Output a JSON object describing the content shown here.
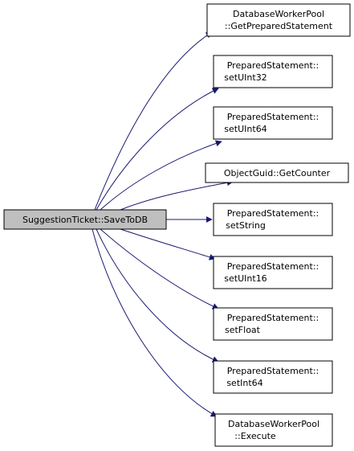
{
  "diagram": {
    "source": {
      "id": "src",
      "lines": [
        "SuggestionTicket::SaveToDB"
      ]
    },
    "targets": [
      {
        "id": "t0",
        "lines": [
          "DatabaseWorkerPool",
          "::GetPreparedStatement"
        ]
      },
      {
        "id": "t1",
        "lines": [
          "PreparedStatement::",
          "setUInt32"
        ]
      },
      {
        "id": "t2",
        "lines": [
          "PreparedStatement::",
          "setUInt64"
        ]
      },
      {
        "id": "t3",
        "lines": [
          "ObjectGuid::GetCounter"
        ]
      },
      {
        "id": "t4",
        "lines": [
          "PreparedStatement::",
          "setString"
        ]
      },
      {
        "id": "t5",
        "lines": [
          "PreparedStatement::",
          "setUInt16"
        ]
      },
      {
        "id": "t6",
        "lines": [
          "PreparedStatement::",
          "setFloat"
        ]
      },
      {
        "id": "t7",
        "lines": [
          "PreparedStatement::",
          "setInt64"
        ]
      },
      {
        "id": "t8",
        "lines": [
          "DatabaseWorkerPool",
          "::Execute"
        ]
      }
    ],
    "colors": {
      "source_fill": "#bfbfbf",
      "node_fill": "#ffffff",
      "node_stroke": "#000000",
      "edge": "#191970"
    }
  }
}
